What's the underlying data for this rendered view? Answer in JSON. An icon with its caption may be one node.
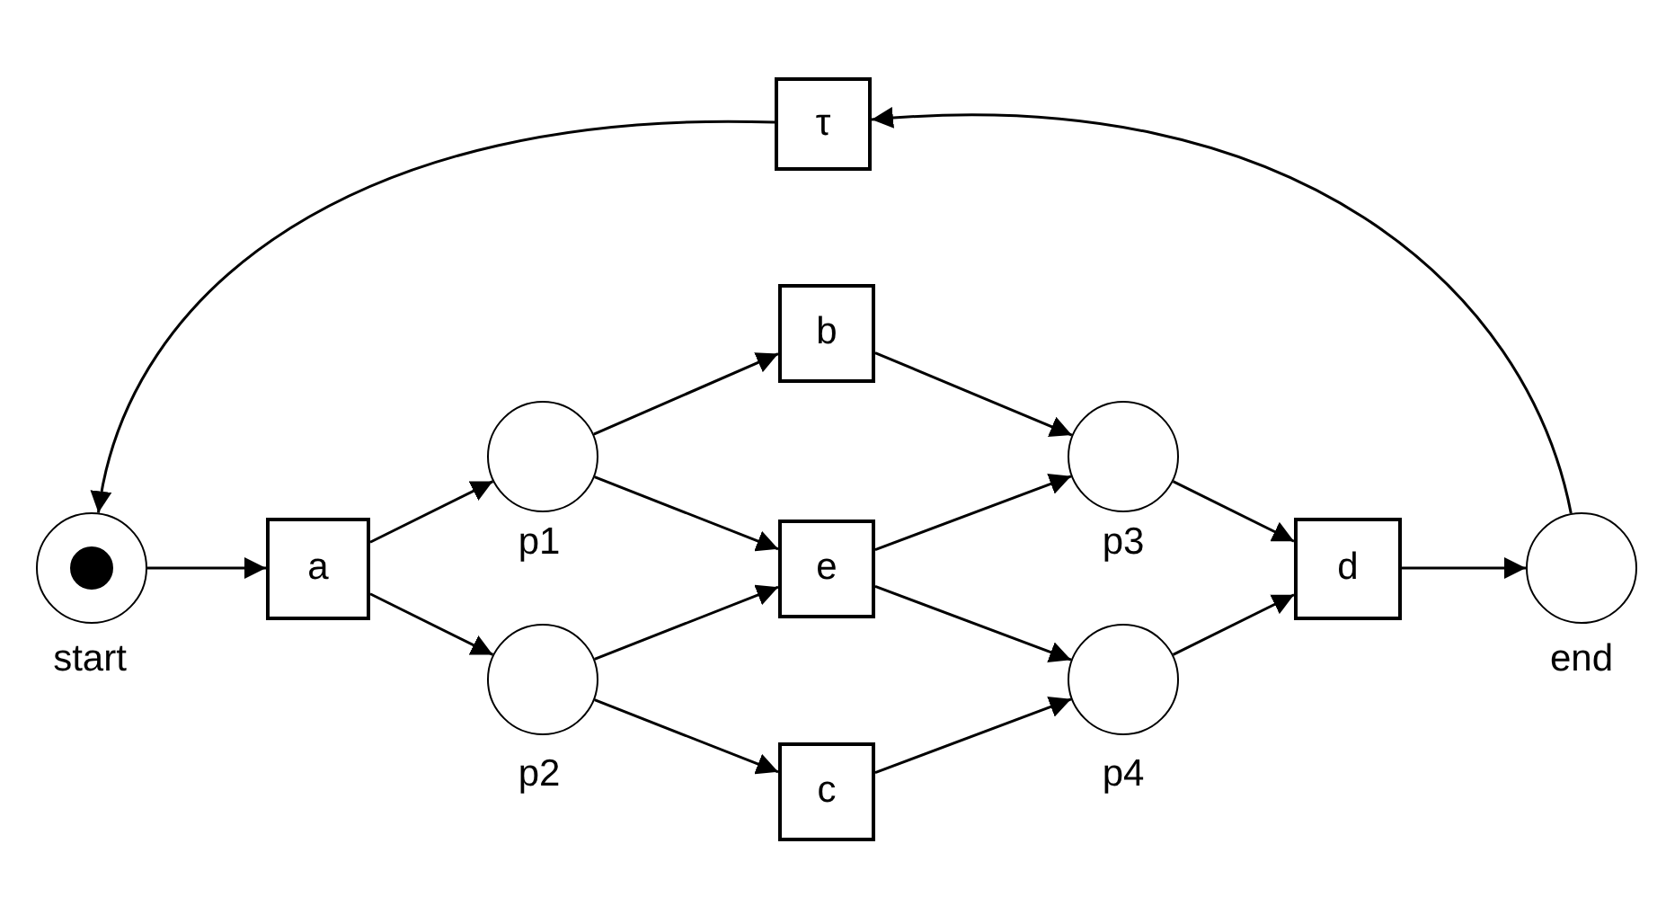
{
  "diagram": {
    "nodes": [
      {
        "text": [
          "τ"
        ]
      },
      {
        "text": [],
        "shape": "circle",
        "beside": [
          "start"
        ]
      },
      {
        "text": [
          "a"
        ]
      },
      {
        "text": [],
        "shape": "circle",
        "beside": [
          "p1"
        ]
      },
      {
        "text": [],
        "shape": "circle",
        "beside": [
          "p2"
        ]
      },
      {
        "text": [
          "b"
        ]
      },
      {
        "text": [
          "e"
        ]
      },
      {
        "text": [
          "c"
        ]
      },
      {
        "text": [],
        "shape": "circle",
        "beside": [
          "p3"
        ]
      },
      {
        "text": [],
        "shape": "circle",
        "beside": [
          "p4"
        ]
      },
      {
        "text": [
          "d"
        ]
      },
      {
        "text": [],
        "shape": "circle",
        "beside": [
          "end"
        ]
      },
      {
        "text": [],
        "shape": "circle",
        "in": 1
      }
    ],
    "edges": [
      {
        "from": 1,
        "to": 2,
        "arrow": "to"
      },
      {
        "from": 2,
        "to": 3,
        "arrow": "to"
      },
      {
        "from": 2,
        "to": 4,
        "arrow": "to"
      },
      {
        "from": 3,
        "to": 5,
        "arrow": "to"
      },
      {
        "from": 3,
        "to": 6,
        "arrow": "to"
      },
      {
        "from": 4,
        "to": 6,
        "arrow": "to"
      },
      {
        "from": 4,
        "to": 7,
        "arrow": "to"
      },
      {
        "from": 5,
        "to": 8,
        "arrow": "to"
      },
      {
        "from": 6,
        "to": 8,
        "arrow": "to"
      },
      {
        "from": 6,
        "to": 9,
        "arrow": "to"
      },
      {
        "from": 7,
        "to": 9,
        "arrow": "to"
      },
      {
        "from": 8,
        "to": 10,
        "arrow": "to"
      },
      {
        "from": 9,
        "to": 10,
        "arrow": "to"
      },
      {
        "from": 10,
        "to": 11,
        "arrow": "to"
      },
      {
        "from": 11,
        "to": 0,
        "arrow": "to"
      },
      {
        "from": 0,
        "to": 1,
        "arrow": "to"
      }
    ]
  }
}
